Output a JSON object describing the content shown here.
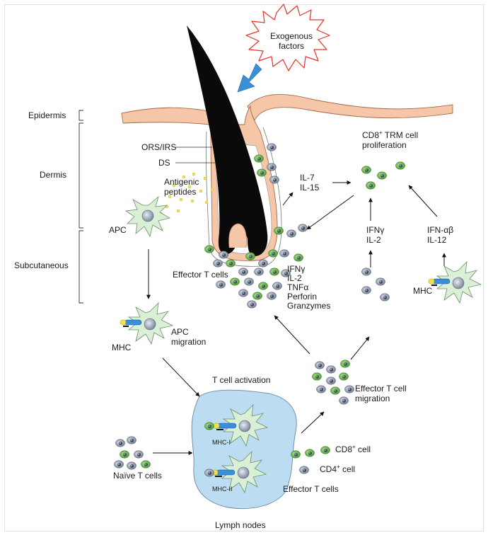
{
  "layers": {
    "epidermis": "Epidermis",
    "dermis": "Dermis",
    "subcutaneous": "Subcutaneous"
  },
  "callouts": {
    "exogenous_line1": "Exogenous",
    "exogenous_line2": "factors",
    "ors_irs": "ORS/IRS",
    "ds": "DS",
    "antigenic_line1": "Antigenic",
    "antigenic_line2": "peptides",
    "apc": "APC",
    "effector_t_cells_skin": "Effector T cells",
    "il7": "IL-7",
    "il15": "IL-15",
    "trm_line1_pre": "CD8",
    "trm_line1_sup": "+",
    "trm_line1_post": " TRM cell",
    "trm_line2": "proliferation",
    "ifng_mid": "IFNγ",
    "il2_mid": "IL-2",
    "ifnab": "IFN-αβ",
    "il12": "IL-12",
    "cyto_ifng": "IFNγ",
    "cyto_il2": "IL-2",
    "cyto_tnfa": "TNFα",
    "cyto_perforin": "Perforin",
    "cyto_granzymes": "Granzymes",
    "mhc_right": "MHC",
    "mhc_left": "MHC",
    "apc_migration_line1": "APC",
    "apc_migration_line2": "migration",
    "t_cell_activation": "T cell activation",
    "effector_migration_line1": "Effector T cell",
    "effector_migration_line2": "migration",
    "mhc_i": "MHC-I",
    "mhc_ii": "MHC-II",
    "naive_t_cells": "Naïve T cells",
    "cd8_cell_pre": "CD8",
    "cd8_cell_sup": "+",
    "cd8_cell_post": " cell",
    "cd4_cell_pre": "CD4",
    "cd4_cell_sup": "+",
    "cd4_cell_post": " cell",
    "effector_t_cells_lymph": "Effector T cells",
    "lymph_nodes": "Lymph nodes"
  },
  "colors": {
    "skin": "#f6c6a8",
    "hair": "#0a0a0a",
    "cd8_cell": "#6cbf4a",
    "cd4_cell": "#9aa3b5",
    "apc": "#d9efd6",
    "lymph_node": "#bcdcf2",
    "arrow_blue": "#3a8fd6",
    "peptide": "#f2e14a"
  }
}
